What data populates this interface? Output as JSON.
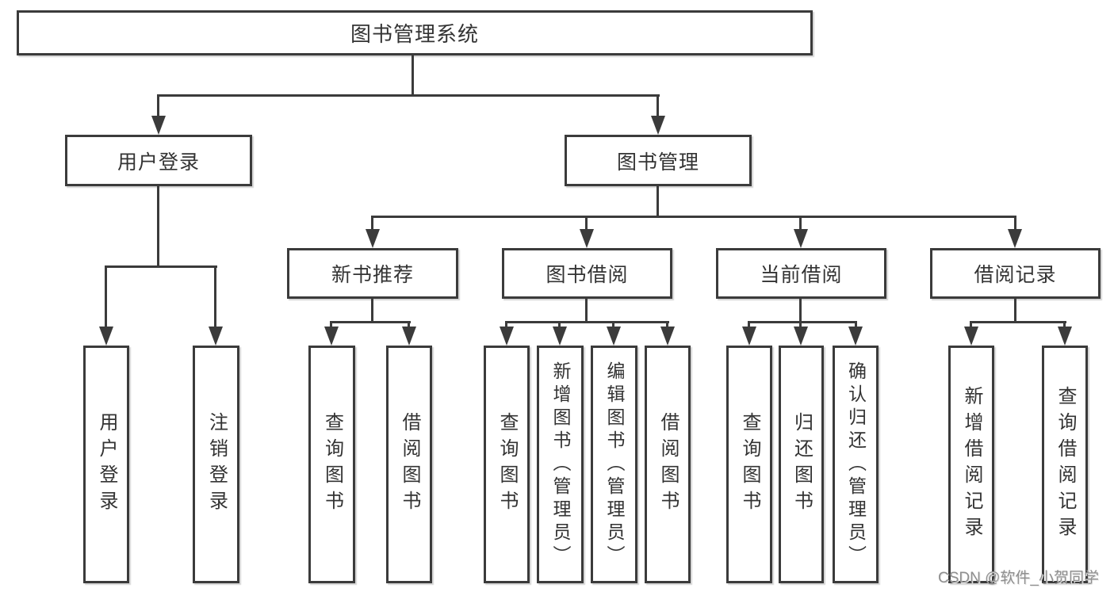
{
  "diagram": {
    "root": {
      "label": "图书管理系统"
    },
    "level2": {
      "user_login": {
        "label": "用户登录"
      },
      "book_management": {
        "label": "图书管理"
      }
    },
    "level3": {
      "new_book_recommend": {
        "label": "新书推荐"
      },
      "book_borrow": {
        "label": "图书借阅"
      },
      "current_borrow": {
        "label": "当前借阅"
      },
      "borrow_records": {
        "label": "借阅记录"
      }
    },
    "leaves": {
      "user_login": {
        "label": "用户登录"
      },
      "logout": {
        "label": "注销登录"
      },
      "nbr_query_books": {
        "label": "查询图书"
      },
      "nbr_borrow_books": {
        "label": "借阅图书"
      },
      "bb_query_books": {
        "label": "查询图书"
      },
      "bb_add_books_admin": {
        "label": "新增图书（管理员）"
      },
      "bb_edit_books_admin": {
        "label": "编辑图书（管理员）"
      },
      "bb_borrow_books": {
        "label": "借阅图书"
      },
      "cb_query_books": {
        "label": "查询图书"
      },
      "cb_return_books": {
        "label": "归还图书"
      },
      "cb_confirm_return_admin": {
        "label": "确认归还（管理员）"
      },
      "br_add_record": {
        "label": "新增借阅记录"
      },
      "br_query_record": {
        "label": "查询借阅记录"
      }
    },
    "watermark": "CSDN @软件_小贺同学",
    "colors": {
      "line": "#3b3b3b",
      "text": "#333333",
      "watermark": "#8f8f8f",
      "background": "#ffffff"
    }
  }
}
